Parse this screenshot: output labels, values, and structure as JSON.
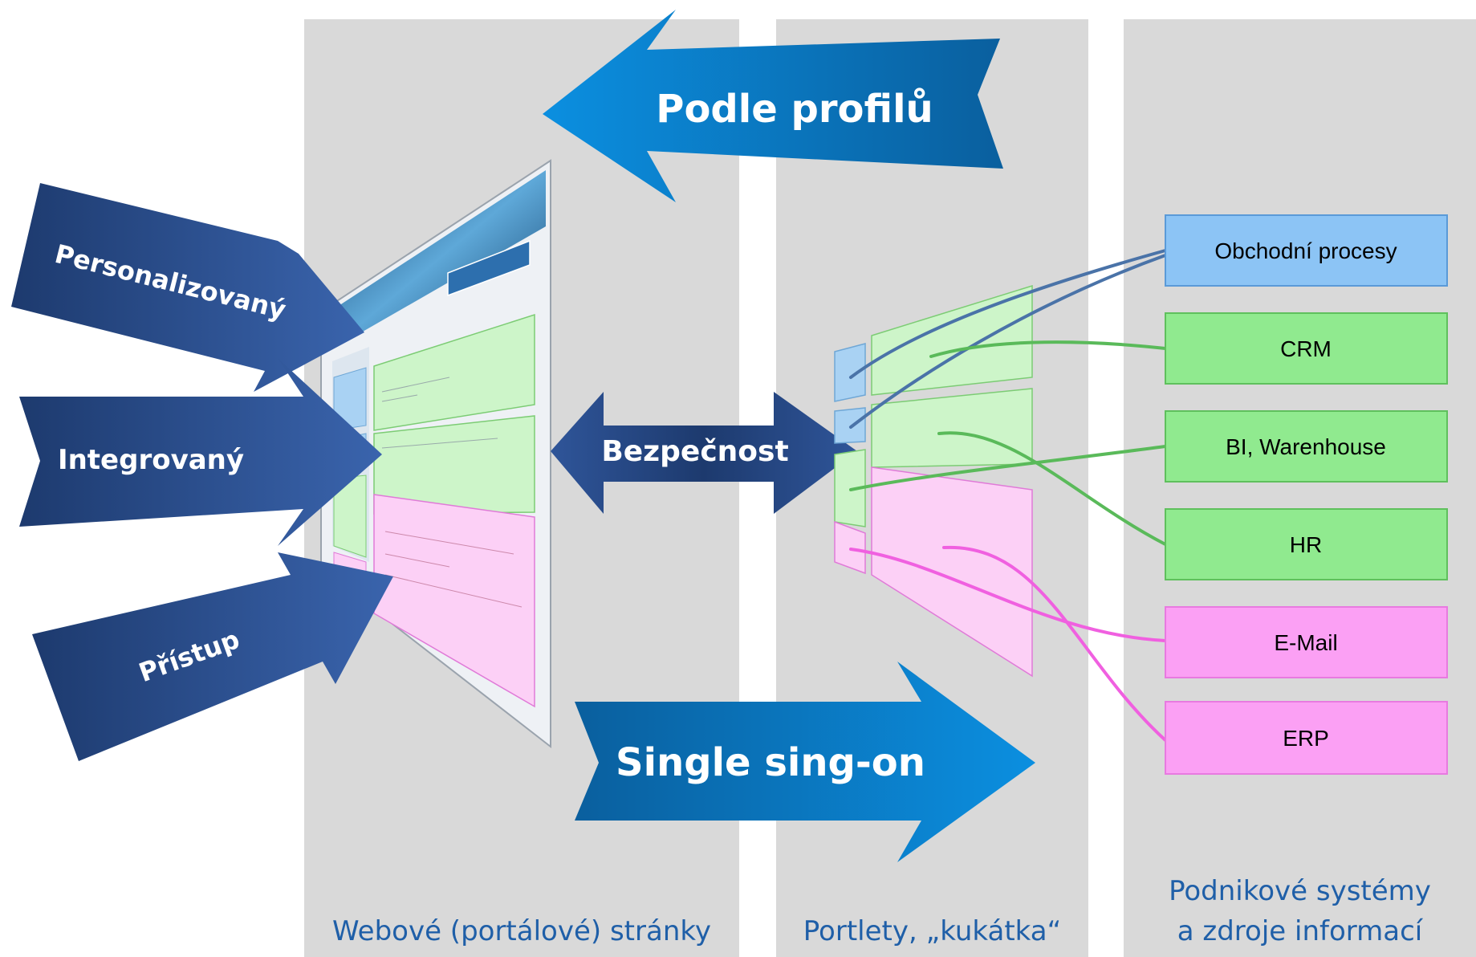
{
  "colors": {
    "column_bg": "#d9d9d9",
    "arrow_light_blue": "#0a86d4",
    "arrow_dark_blue": "#2e4f8f",
    "portlet_blue": "#a9d2f3",
    "portlet_green": "#cdf5c9",
    "portlet_pink": "#fcd0f6",
    "line_blue": "#4a73a8",
    "line_green": "#5aba5a",
    "line_pink": "#f060e0",
    "caption_blue": "#1f5fa8"
  },
  "arrows": {
    "top": "Podle profilů",
    "bottom": "Single sing-on",
    "middle": "Bezpečnost",
    "left": [
      "Personalizovaný",
      "Integrovaný",
      "Přístup"
    ]
  },
  "systems": [
    {
      "label": "Obchodní procesy",
      "color": "blue"
    },
    {
      "label": "CRM",
      "color": "green"
    },
    {
      "label": "BI, Warenhouse",
      "color": "green"
    },
    {
      "label": "HR",
      "color": "green"
    },
    {
      "label": "E-Mail",
      "color": "pink"
    },
    {
      "label": "ERP",
      "color": "pink"
    }
  ],
  "captions": {
    "col1": "Webové (portálové) stránky",
    "col2": "Portlety, „kukátka“",
    "col3_line1": "Podnikové  systémy",
    "col3_line2": "a zdroje informací"
  }
}
